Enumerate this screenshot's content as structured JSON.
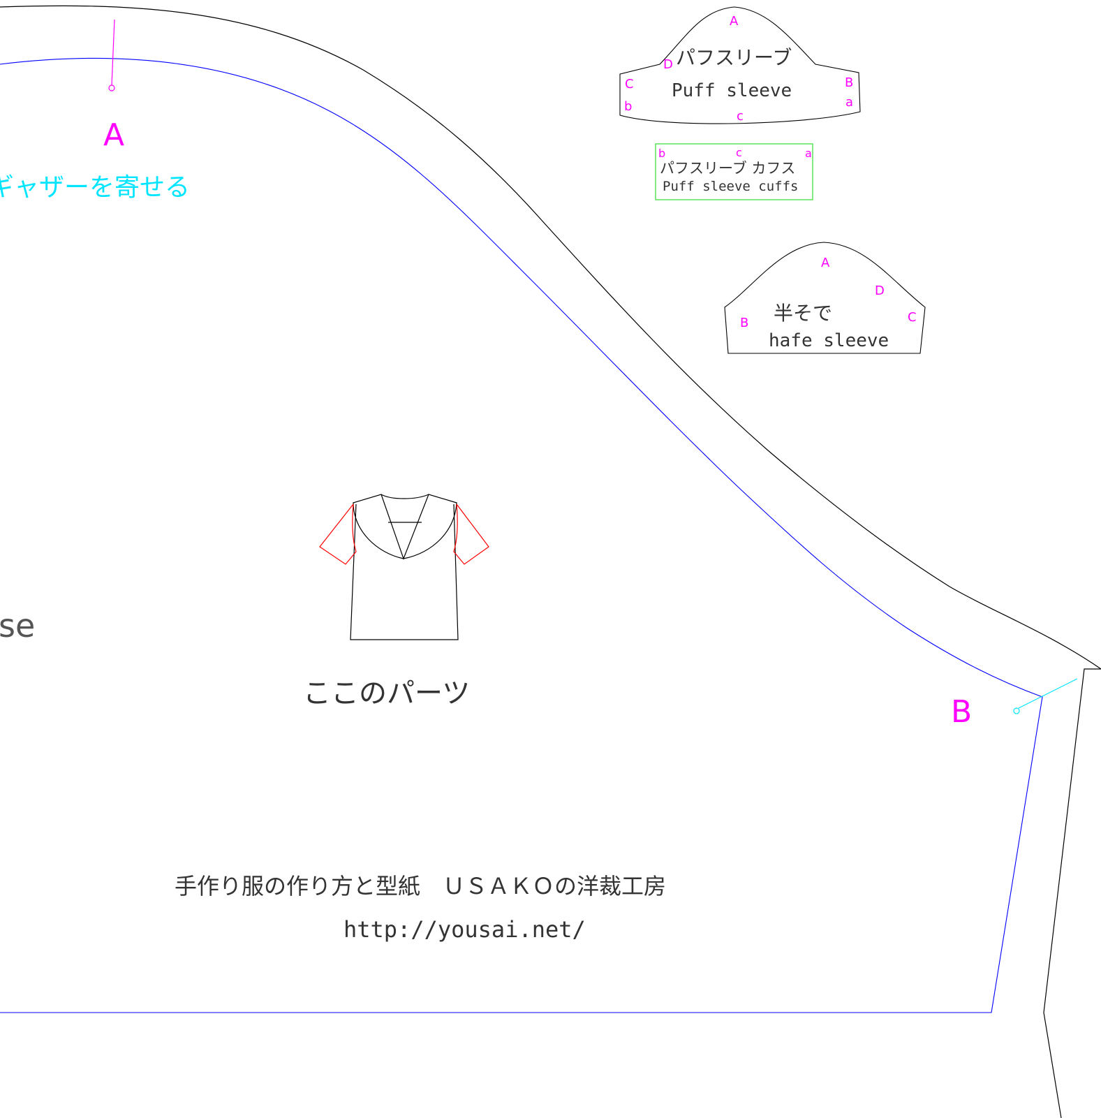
{
  "colors": {
    "cut_line": "#000000",
    "seam_line": "#0000ff",
    "marker_magenta": "#ff00ff",
    "note_cyan": "#00e5ff",
    "cuffs_frame": "#33dd33",
    "thumbnail_sleeve": "#ff0000"
  },
  "icons": {
    "notch_a": "pin-marker-icon",
    "notch_b": "pin-marker-icon",
    "blouse_thumbnail": "sailor-blouse-icon"
  },
  "main_piece": {
    "mark_a": "A",
    "mark_b": "B",
    "gather_note": "ギャザーを寄せる",
    "partial_title": "se",
    "thumbnail_caption": "ここのパーツ",
    "credit_line": "手作り服の作り方と型紙　ＵＳＡＫＯの洋裁工房",
    "url": "http://yousai.net/"
  },
  "puff_sleeve": {
    "label_jp": "パフスリーブ",
    "label_en": "Puff sleeve",
    "marks": {
      "A": "A",
      "B": "B",
      "C": "C",
      "D": "D",
      "a": "a",
      "b": "b",
      "c": "c"
    }
  },
  "puff_cuffs": {
    "label_jp": "パフスリーブ カフス",
    "label_en": "Puff sleeve cuffs",
    "marks": {
      "a": "a",
      "b": "b",
      "c": "c"
    }
  },
  "half_sleeve": {
    "label_jp": "半そで",
    "label_en": "hafe sleeve",
    "marks": {
      "A": "A",
      "B": "B",
      "C": "C",
      "D": "D"
    }
  }
}
